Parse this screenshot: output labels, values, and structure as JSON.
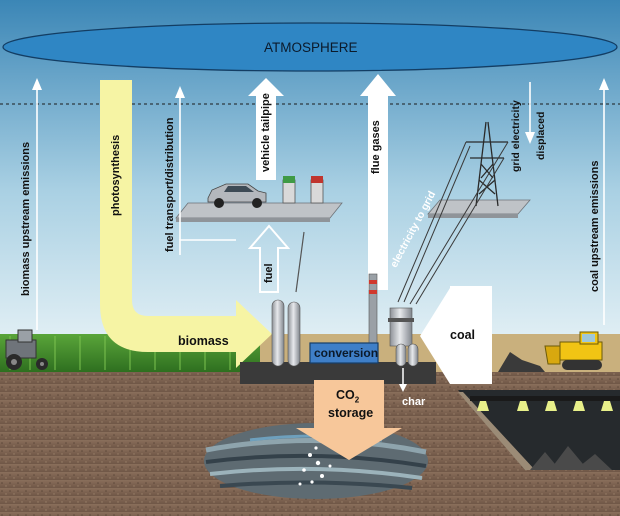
{
  "labels": {
    "atmosphere": "ATMOSPHERE",
    "biomass_upstream": "biomass  upstream emissions",
    "photosynthesis": "photosynthesis",
    "fuel_transport": "fuel transport/distribution",
    "vehicle_tailpipe": "vehicle tailpipe",
    "flue_gases": "flue gases",
    "grid_electricity": "grid electricity",
    "displaced": "displaced",
    "coal_upstream": "coal upstream emissions",
    "electricity_to_grid": "electricity to grid",
    "fuel": "fuel",
    "biomass": "biomass",
    "conversion": "conversion",
    "coal": "coal",
    "co2": "CO",
    "co2_sub": "2",
    "storage": "storage",
    "char": "char"
  },
  "colors": {
    "sky_top": "#3b86b6",
    "sky_bottom": "#dcecf3",
    "atmosphere": "#2f86c4",
    "photosynthesis_arrow": "#f6f4a4",
    "co2_arrow": "#f7c79a",
    "conversion_box": "#3f7fc8",
    "ground": "#7a6150",
    "grass": "#3f8f2c"
  }
}
